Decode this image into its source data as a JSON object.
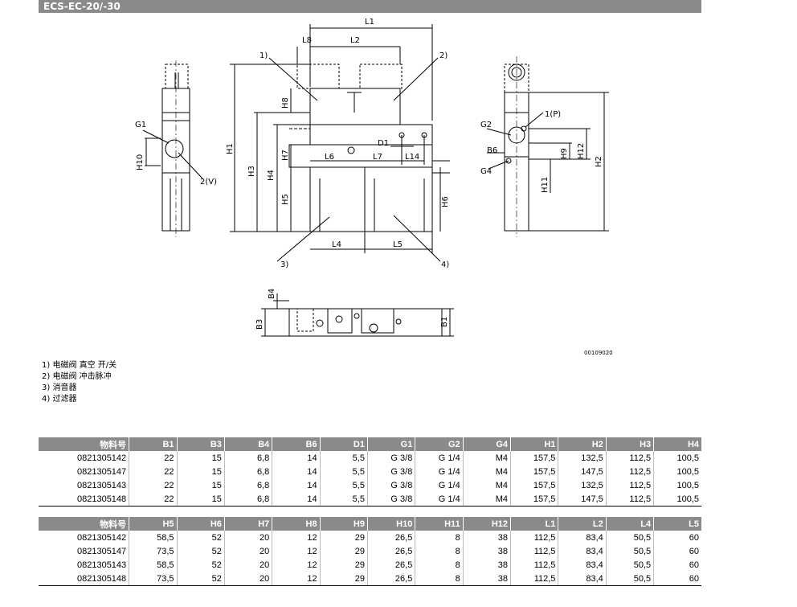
{
  "header": {
    "title": "ECS-EC-20/-30"
  },
  "drawing": {
    "code": "00109020",
    "labels": {
      "L1": "L1",
      "L2": "L2",
      "L4": "L4",
      "L5": "L5",
      "L6": "L6",
      "L7": "L7",
      "L8": "L8",
      "L14": "L14",
      "H1": "H1",
      "H2": "H2",
      "H3": "H3",
      "H4": "H4",
      "H5": "H5",
      "H6": "H6",
      "H7": "H7",
      "H8": "H8",
      "H9": "H9",
      "H10": "H10",
      "H11": "H11",
      "H12": "H12",
      "B1": "B1",
      "B3": "B3",
      "B4": "B4",
      "B6": "B6",
      "D1": "D1",
      "G1": "G1",
      "G2": "G2",
      "G4": "G4",
      "p1": "1)",
      "p2": "2)",
      "p3": "3)",
      "p4": "4)",
      "pV": "2(V)",
      "pP": "1(P)"
    }
  },
  "notes": [
    "1) 电磁阀 真空 开/关",
    "2) 电磁阀 冲击脉冲",
    "3) 消音器",
    "4) 过滤器"
  ],
  "table1": {
    "headers": [
      "物料号",
      "B1",
      "B3",
      "B4",
      "B6",
      "D1",
      "G1",
      "G2",
      "G4",
      "H1",
      "H2",
      "H3",
      "H4"
    ],
    "rows": [
      [
        "0821305142",
        "22",
        "15",
        "6,8",
        "14",
        "5,5",
        "G 3/8",
        "G 1/4",
        "M4",
        "157,5",
        "132,5",
        "112,5",
        "100,5"
      ],
      [
        "0821305147",
        "22",
        "15",
        "6,8",
        "14",
        "5,5",
        "G 3/8",
        "G 1/4",
        "M4",
        "157,5",
        "147,5",
        "112,5",
        "100,5"
      ],
      [
        "0821305143",
        "22",
        "15",
        "6,8",
        "14",
        "5,5",
        "G 3/8",
        "G 1/4",
        "M4",
        "157,5",
        "132,5",
        "112,5",
        "100,5"
      ],
      [
        "0821305148",
        "22",
        "15",
        "6,8",
        "14",
        "5,5",
        "G 3/8",
        "G 1/4",
        "M4",
        "157,5",
        "147,5",
        "112,5",
        "100,5"
      ]
    ]
  },
  "table2": {
    "headers": [
      "物料号",
      "H5",
      "H6",
      "H7",
      "H8",
      "H9",
      "H10",
      "H11",
      "H12",
      "L1",
      "L2",
      "L4",
      "L5"
    ],
    "rows": [
      [
        "0821305142",
        "58,5",
        "52",
        "20",
        "12",
        "29",
        "26,5",
        "8",
        "38",
        "112,5",
        "83,4",
        "50,5",
        "60"
      ],
      [
        "0821305147",
        "73,5",
        "52",
        "20",
        "12",
        "29",
        "26,5",
        "8",
        "38",
        "112,5",
        "83,4",
        "50,5",
        "60"
      ],
      [
        "0821305143",
        "58,5",
        "52",
        "20",
        "12",
        "29",
        "26,5",
        "8",
        "38",
        "112,5",
        "83,4",
        "50,5",
        "60"
      ],
      [
        "0821305148",
        "73,5",
        "52",
        "20",
        "12",
        "29",
        "26,5",
        "8",
        "38",
        "112,5",
        "83,4",
        "50,5",
        "60"
      ]
    ]
  }
}
